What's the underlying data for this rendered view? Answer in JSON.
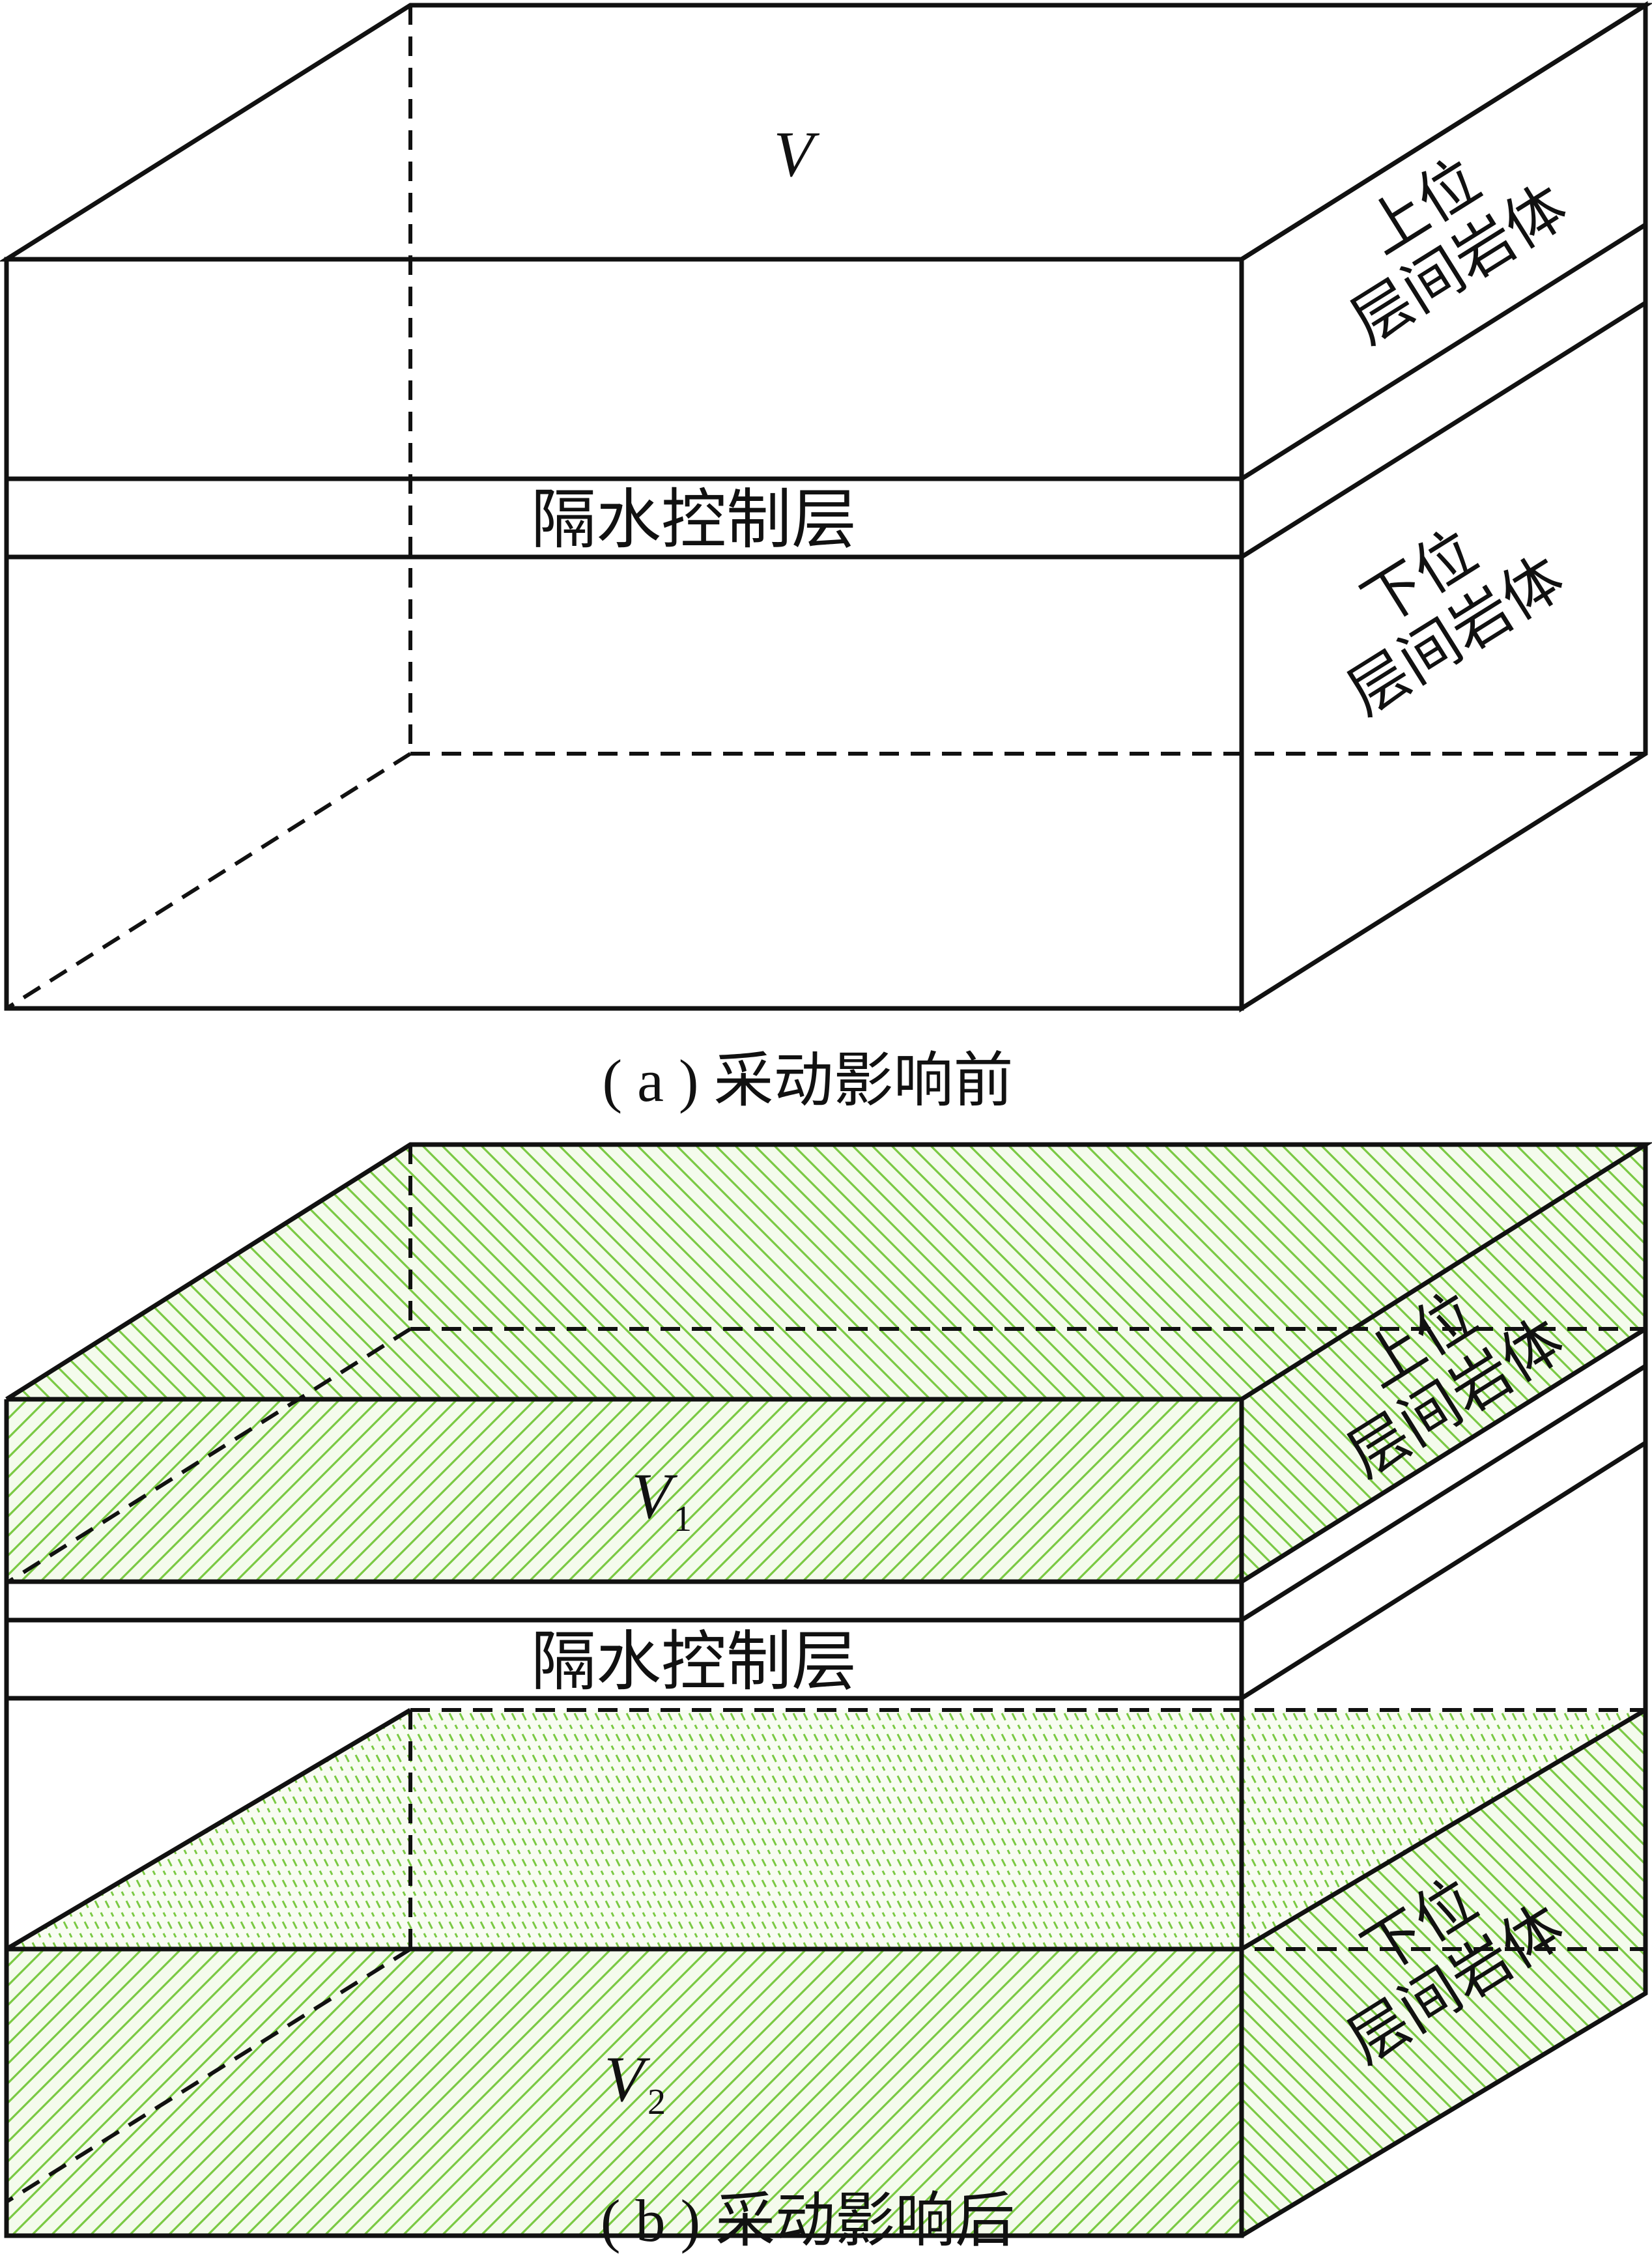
{
  "panel_a": {
    "volume_label": "V",
    "upper_rock_line1": "上位",
    "upper_rock_line2": "层间岩体",
    "aquiclude_label": "隔水控制层",
    "lower_rock_line1": "下位",
    "lower_rock_line2": "层间岩体",
    "caption": "( a ) 采动影响前"
  },
  "panel_b": {
    "upper_volume_label": "V",
    "upper_volume_sub": "1",
    "upper_rock_line1": "上位",
    "upper_rock_line2": "层间岩体",
    "aquiclude_label": "隔水控制层",
    "lower_volume_label": "V",
    "lower_volume_sub": "2",
    "lower_rock_line1": "下位",
    "lower_rock_line2": "层间岩体",
    "caption": "( b ) 采动影响后"
  },
  "colors": {
    "aquiclude_fill": "#b3bec2",
    "hatch_green": "#7ac943",
    "hatch_bg": "#f3fbea",
    "edge": "#111111"
  }
}
